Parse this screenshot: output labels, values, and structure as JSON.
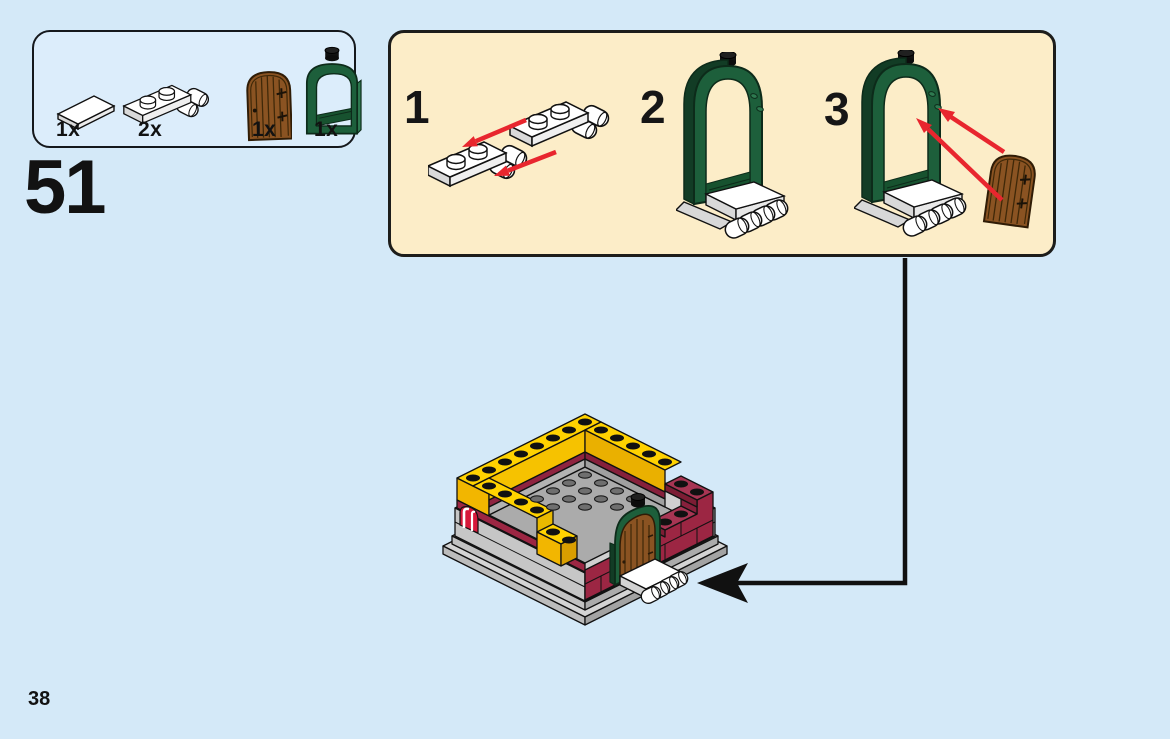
{
  "page": {
    "number": "38",
    "background": "#d4e9f8"
  },
  "step": {
    "number": "51"
  },
  "parts_box": {
    "parts": [
      {
        "icon": "tile-1x2-white-icon",
        "count": "1x"
      },
      {
        "icon": "plate-1x2-clips-white-icon",
        "count": "2x"
      },
      {
        "icon": "door-arched-brown-icon",
        "count": "1x"
      },
      {
        "icon": "door-frame-green-icon",
        "count": "1x"
      }
    ]
  },
  "panel": {
    "substeps": [
      {
        "number": "1",
        "illustration": "two-clip-plates-placement-icon"
      },
      {
        "number": "2",
        "illustration": "green-frame-on-clip-plates-icon"
      },
      {
        "number": "3",
        "illustration": "brown-door-into-frame-hinges-icon"
      }
    ]
  },
  "main_model": {
    "illustration": "house-base-with-door-assembly-icon"
  },
  "colors": {
    "page_bg": "#d4e9f8",
    "parts_box_bg": "#dcedfb",
    "panel_bg": "#fcedc8",
    "arrow_red": "#e8262e",
    "callout_black": "#111111",
    "lego_yellow": "#ffd200",
    "lego_dark_red": "#9c2643",
    "lego_green": "#1d5f3b",
    "lego_brown": "#8a5322",
    "lego_gray": "#ababab"
  }
}
